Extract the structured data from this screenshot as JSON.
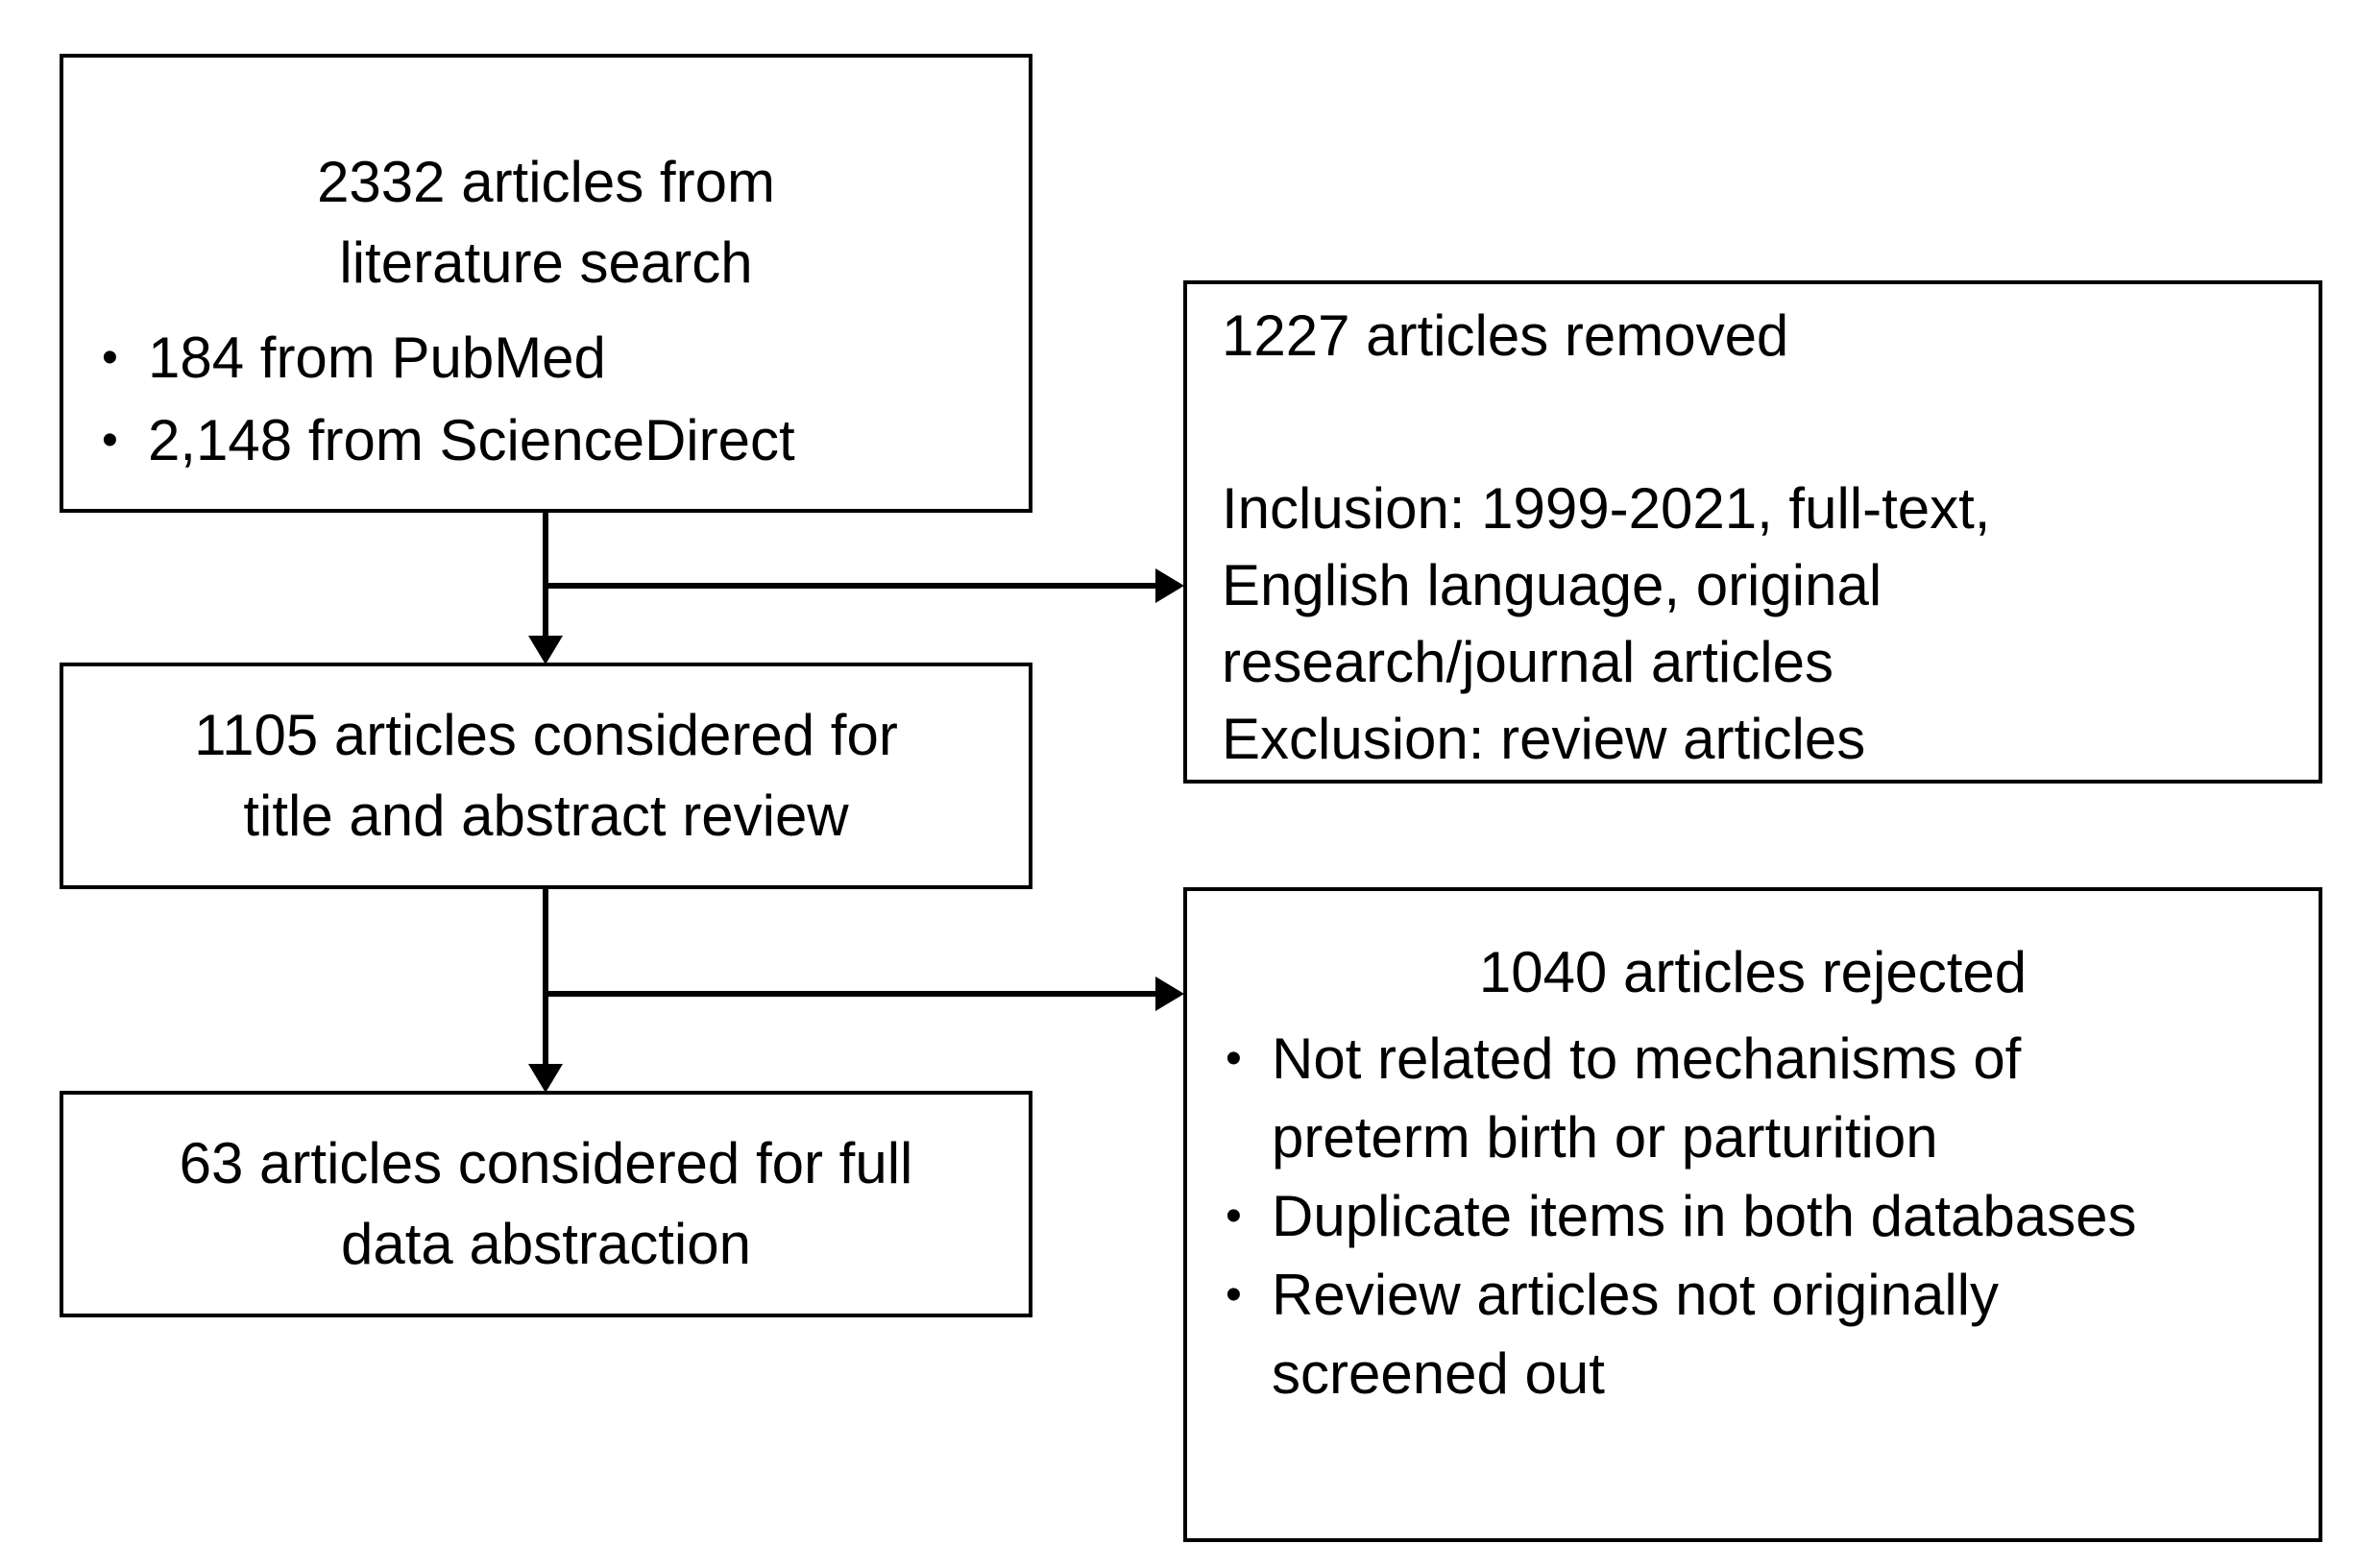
{
  "figure": {
    "type": "flow-diagram",
    "background_color": "#ffffff",
    "line_color": "#000000",
    "glyphs": {
      "bullet": "•"
    },
    "boxes": {
      "search": {
        "title": "2332 articles from\nliterature search",
        "bullets": [
          "184 from PubMed",
          "2,148 from ScienceDirect"
        ]
      },
      "title_abstract_review": {
        "text": "1105 articles considered for\ntitle and abstract review"
      },
      "full_data_abstraction": {
        "text": "63 articles considered for full\ndata abstraction"
      },
      "removed": {
        "title": "1227 articles removed",
        "body": "Inclusion: 1999-2021, full-text,\nEnglish language, original\nresearch/journal articles\nExclusion: review articles"
      },
      "rejected": {
        "title": "1040 articles rejected",
        "bullets": [
          "Not related to mechanisms of\npreterm birth or parturition",
          "Duplicate items in both databases",
          "Review articles not originally\nscreened out"
        ]
      }
    }
  }
}
